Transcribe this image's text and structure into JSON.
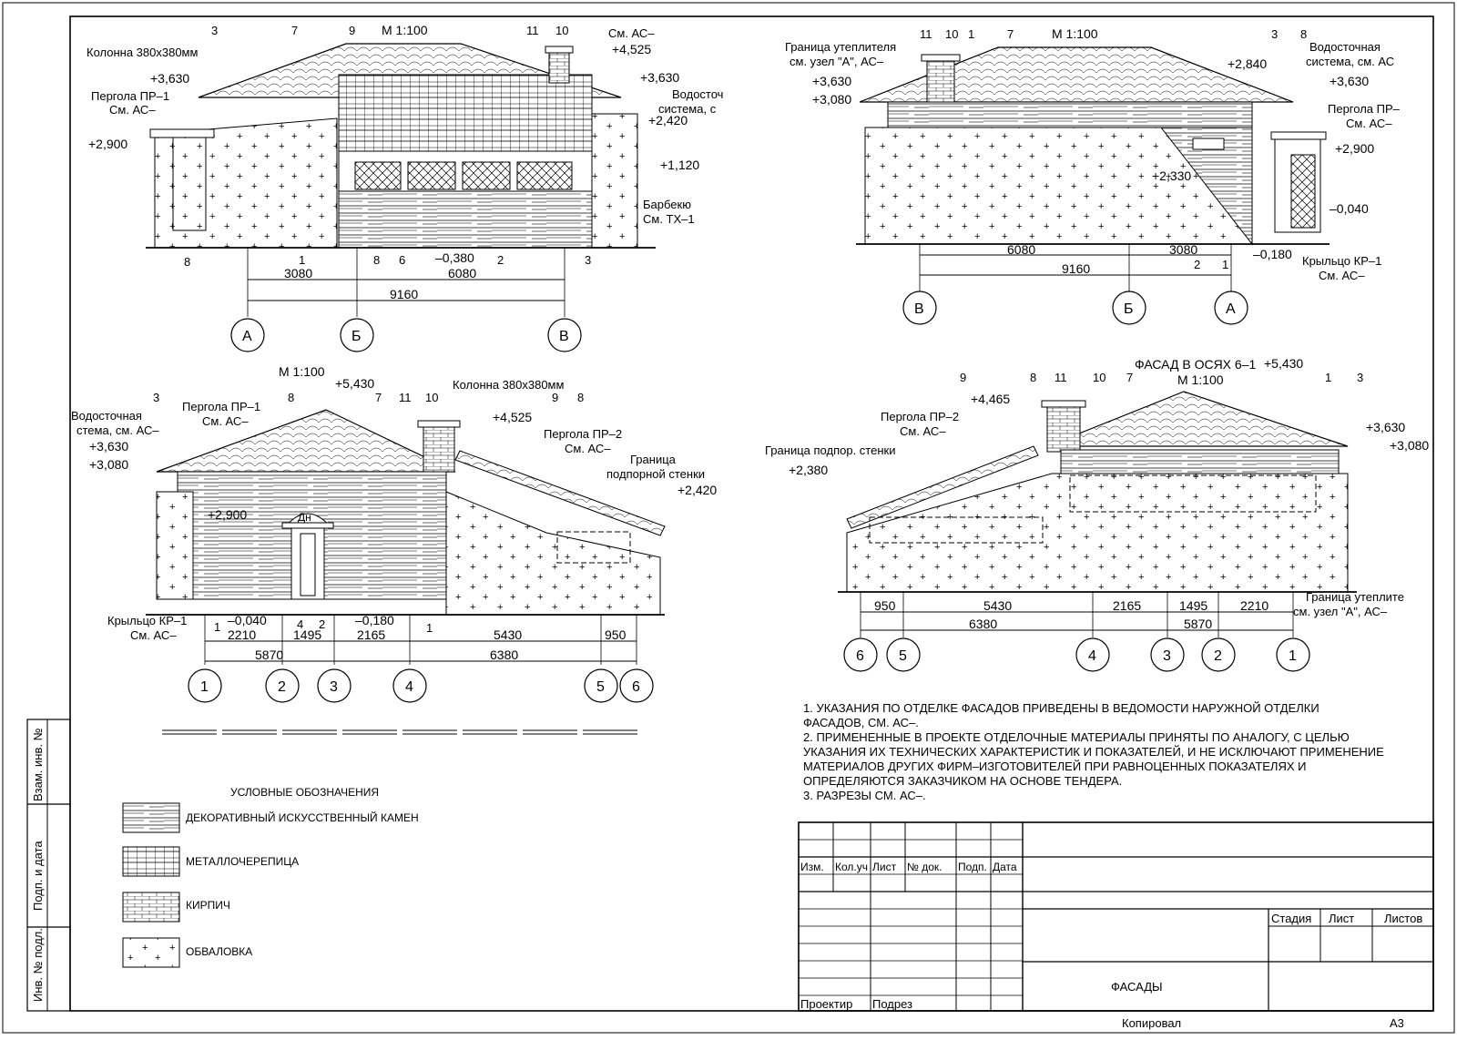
{
  "sheet": {
    "format": "A3",
    "copied": "Копировал",
    "title": "ФАСАДЫ"
  },
  "side_stamp": {
    "inv_no": "Инв. № подл.",
    "sign_date": "Подп. и дата",
    "replace_inv": "Взам. инв. №"
  },
  "title_block": {
    "cols": [
      "Изм.",
      "Кол.уч",
      "Лист",
      "№ док.",
      "Подп.",
      "Дата"
    ],
    "stage": "Стадия",
    "sheet": "Лист",
    "sheets": "Листов",
    "designed": "Проектир",
    "sub": "Подрез"
  },
  "legend": {
    "title": "УСЛОВНЫЕ ОБОЗНАЧЕНИЯ",
    "items": [
      {
        "label": "ДЕКОРАТИВНЫЙ ИСКУССТВЕННЫЙ КАМЕН"
      },
      {
        "label": "МЕТАЛЛОЧЕРЕПИЦА"
      },
      {
        "label": "КИРПИЧ"
      },
      {
        "label": "ОБВАЛОВКА"
      }
    ]
  },
  "notes": [
    "1. УКАЗАНИЯ ПО ОТДЕЛКЕ ФАСАДОВ ПРИВЕДЕНЫ В ВЕДОМОСТИ НАРУЖНОЙ ОТДЕЛКИ",
    "ФАСАДОВ, СМ. АС–.",
    "2. ПРИМЕНЕННЫЕ В ПРОЕКТЕ ОТДЕЛОЧНЫЕ МАТЕРИАЛЫ ПРИНЯТЫ ПО АНАЛОГУ, С ЦЕЛЬЮ",
    "УКАЗАНИЯ ИХ ТЕХНИЧЕСКИХ ХАРАКТЕРИСТИК И ПОКАЗАТЕЛЕЙ, И НЕ ИСКЛЮЧАЮТ ПРИМЕНЕНИЕ",
    "МАТЕРИАЛОВ ДРУГИХ ФИРМ–ИЗГОТОВИТЕЛЕЙ ПРИ РАВНОЦЕННЫХ ПОКАЗАТЕЛЯХ И",
    "ОПРЕДЕЛЯЮТСЯ ЗАКАЗЧИКОМ НА ОСНОВЕ ТЕНДЕРА.",
    "3. РАЗРЕЗЫ СМ. АС–."
  ],
  "facade1": {
    "scale": "М 1:100",
    "labels": {
      "column": "Колонна 380х380мм",
      "pergola": "Пергола ПР–1",
      "see_ac": "См. АС–",
      "see_ac2": "См. АС–",
      "gutter": "Водосточ",
      "gutter2": "система, с",
      "bbq": "Барбекю",
      "bbq_ref": "См. ТХ–1"
    },
    "levels": [
      "+3,630",
      "+2,900",
      "+4,525",
      "+3,630",
      "+2,420",
      "+1,120",
      "–0,380"
    ],
    "callouts": [
      "3",
      "7",
      "9",
      "11",
      "10",
      "8",
      "8",
      "6",
      "1",
      "2",
      "3"
    ],
    "dims": [
      "3080",
      "6080",
      "9160"
    ],
    "axes": [
      "А",
      "Б",
      "В"
    ]
  },
  "facade2": {
    "scale": "М 1:100",
    "labels": {
      "insul": "Граница утеплителя",
      "insul_ref": "см. узел \"А\", АС–",
      "gutter": "Водосточная",
      "gutter2": "система, см. АС",
      "pergola": "Пергола ПР–",
      "see_ac": "См. АС–",
      "porch": "Крыльцо КР–1",
      "porch_ref": "См. АС–"
    },
    "levels": [
      "+3,630",
      "+3,080",
      "+2,840",
      "+3,630",
      "+2,900",
      "+2,330",
      "–0,040",
      "–0,180"
    ],
    "callouts": [
      "11",
      "10",
      "1",
      "7",
      "3",
      "8",
      "2",
      "1"
    ],
    "dims": [
      "6080",
      "3080",
      "9160"
    ],
    "axes": [
      "В",
      "Б",
      "А"
    ]
  },
  "facade3": {
    "scale": "М 1:100",
    "labels": {
      "gutter": "Водосточная",
      "gutter2": "стема, см. АС–",
      "pergola1": "Пергола ПР–1",
      "see_ac1": "См. АС–",
      "column": "Колонна 380х380мм",
      "pergola2": "Пергола ПР–2",
      "see_ac2": "См. АС–",
      "wall": "Граница",
      "wall2": "подпорной стенки",
      "porch": "Крыльцо КР–1",
      "porch_ref": "См. АС–",
      "door": "Дн"
    },
    "levels": [
      "+5,430",
      "+3,630",
      "+3,080",
      "+2,900",
      "+4,525",
      "+2,420",
      "–0,040",
      "–0,180"
    ],
    "callouts": [
      "3",
      "8",
      "7",
      "11",
      "10",
      "9",
      "8",
      "1",
      "4",
      "2",
      "1"
    ],
    "dims": [
      "2210",
      "1495",
      "2165",
      "5430",
      "950",
      "5870",
      "6380"
    ],
    "axes": [
      "1",
      "2",
      "3",
      "4",
      "5",
      "6"
    ]
  },
  "facade4": {
    "title": "ФАСАД В ОСЯХ 6–1",
    "scale": "М 1:100",
    "labels": {
      "pergola": "Пергола ПР–2",
      "see_ac": "См. АС–",
      "wall": "Граница подпор. стенки",
      "insul": "Граница утеплите",
      "insul_ref": "см. узел \"А\", АС–"
    },
    "levels": [
      "+5,430",
      "+4,465",
      "+3,630",
      "+3,080",
      "+2,380"
    ],
    "callouts": [
      "9",
      "8",
      "11",
      "10",
      "7",
      "1",
      "3"
    ],
    "dims": [
      "950",
      "5430",
      "2165",
      "1495",
      "2210",
      "6380",
      "5870"
    ],
    "axes": [
      "6",
      "5",
      "4",
      "3",
      "2",
      "1"
    ]
  }
}
